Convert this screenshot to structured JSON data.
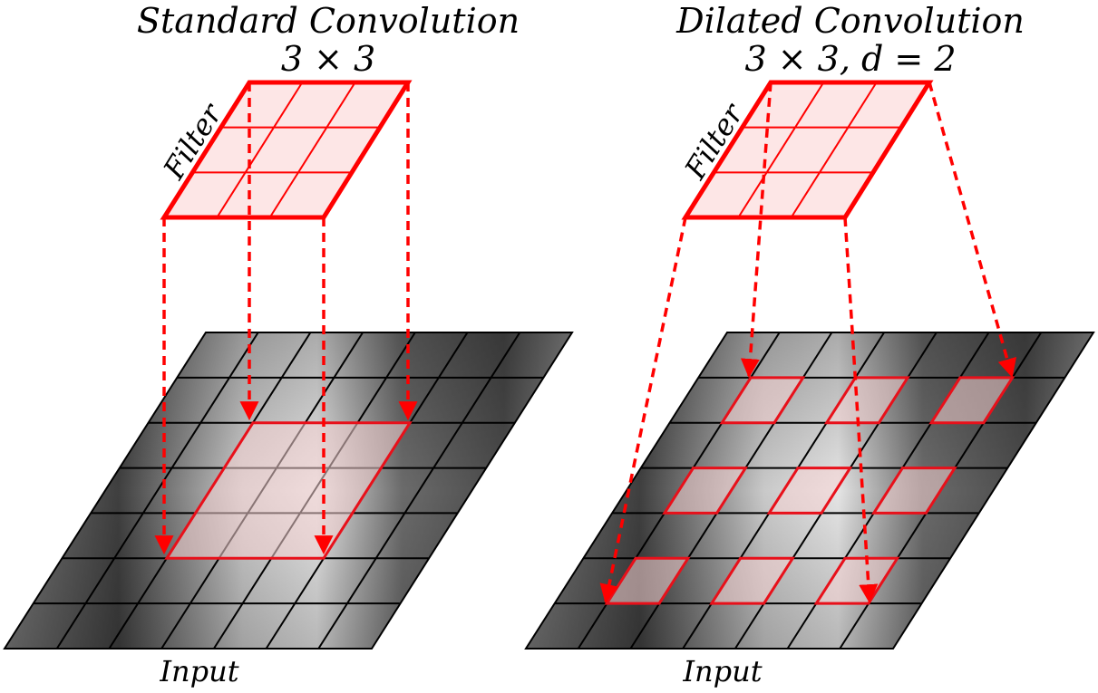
{
  "panels": [
    {
      "id": "standard",
      "title_line1": "Standard Convolution",
      "title_line2": "3 × 3",
      "filter_label": "Filter",
      "input_label": "Input",
      "filter_size": 3,
      "dilation": 1,
      "input_grid_size": 7
    },
    {
      "id": "dilated",
      "title_line1": "Dilated Convolution",
      "title_line2": "3 × 3, d = 2",
      "filter_label": "Filter",
      "input_label": "Input",
      "filter_size": 3,
      "dilation": 2,
      "input_grid_size": 7
    }
  ],
  "colors": {
    "filter_stroke": "#ff0000",
    "filter_fill": "#fde6e6",
    "arrow": "#ff0000",
    "grid_line": "#000000",
    "highlight_stroke": "#e8101a",
    "highlight_fill": "#f7d4d4"
  }
}
